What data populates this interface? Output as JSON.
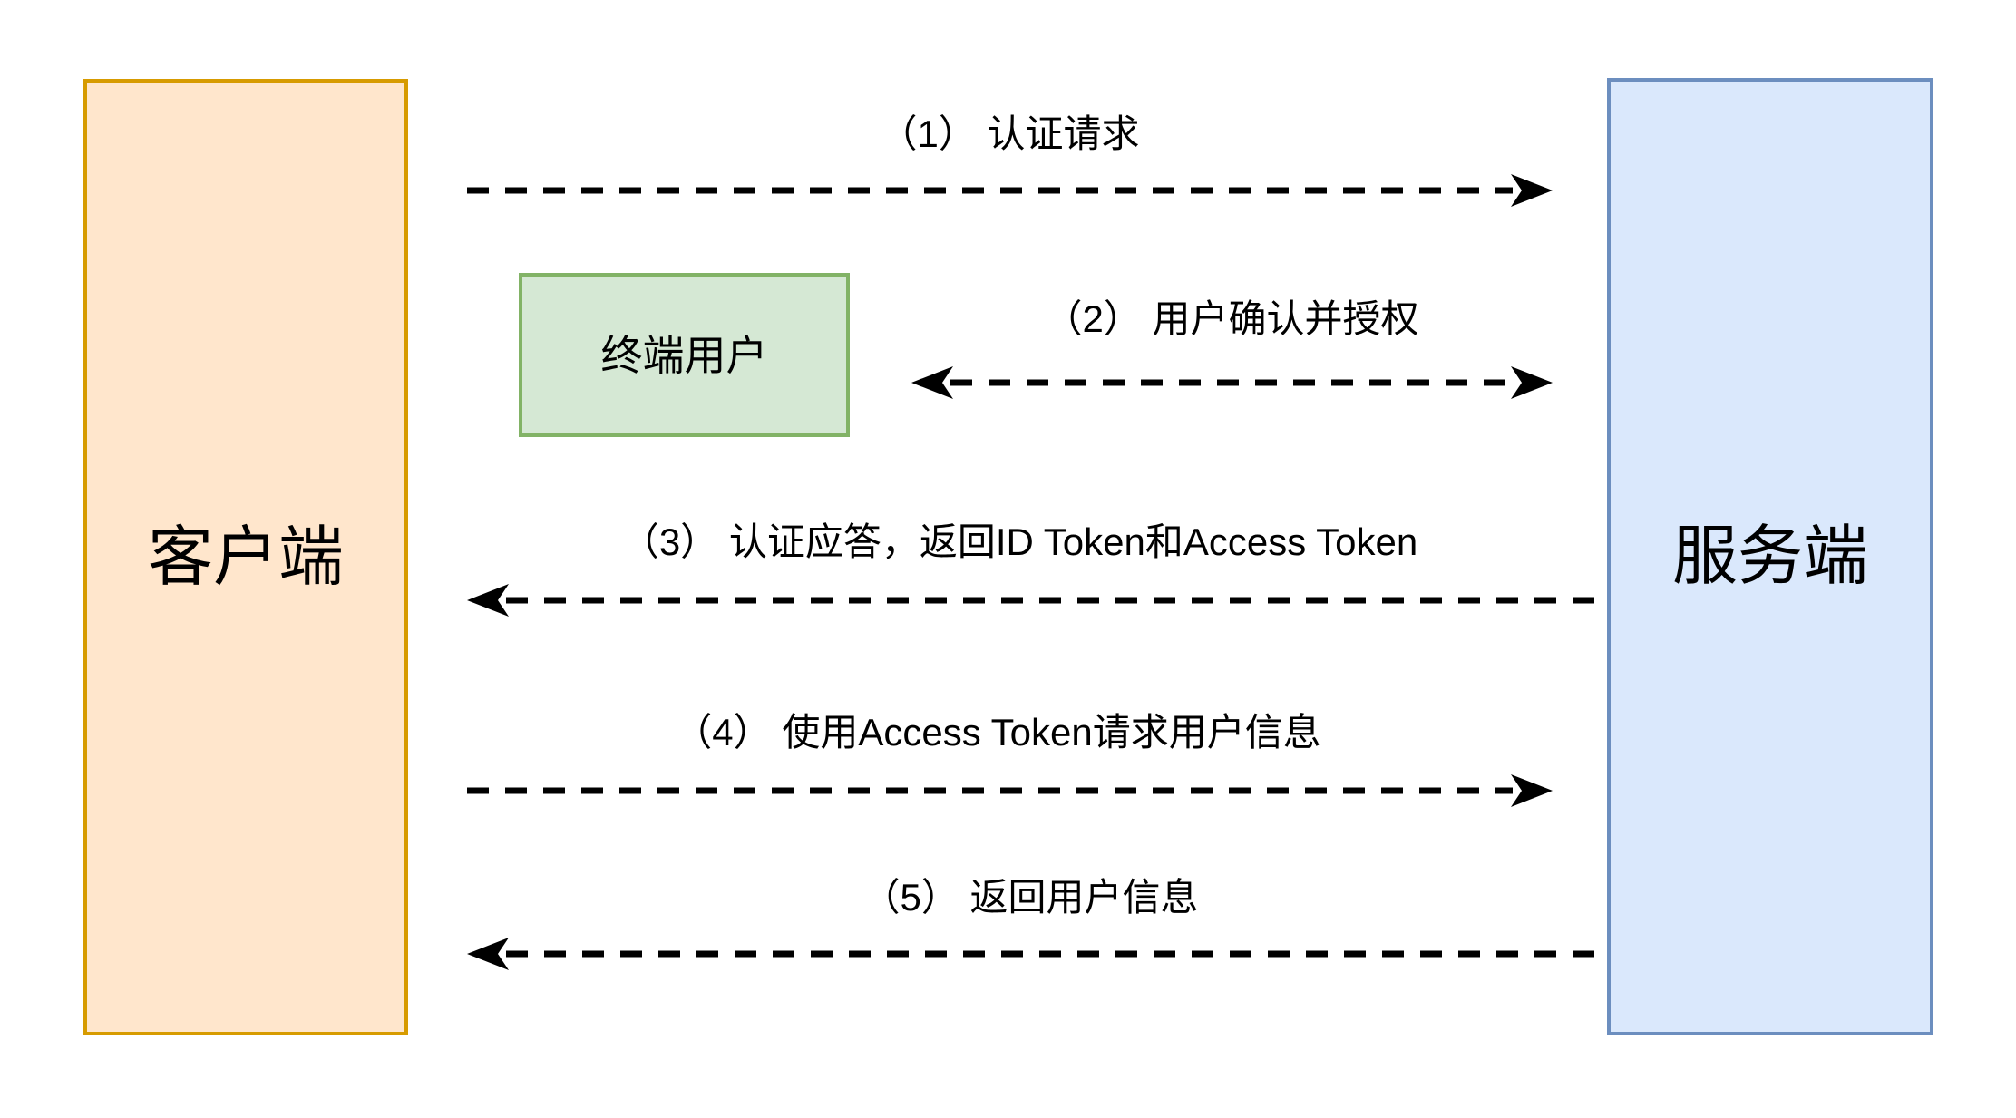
{
  "actors": {
    "client": {
      "label": "客户端"
    },
    "server": {
      "label": "服务端"
    },
    "end_user": {
      "label": "终端用户"
    }
  },
  "messages": [
    {
      "id": 1,
      "label": "（1） 认证请求",
      "direction": "right",
      "from": "client",
      "to": "server"
    },
    {
      "id": 2,
      "label": "（2） 用户确认并授权",
      "direction": "both",
      "from": "end_user",
      "to": "server"
    },
    {
      "id": 3,
      "label": "（3） 认证应答，返回ID Token和Access Token",
      "direction": "left",
      "from": "server",
      "to": "client"
    },
    {
      "id": 4,
      "label": "（4） 使用Access Token请求用户信息",
      "direction": "right",
      "from": "client",
      "to": "server"
    },
    {
      "id": 5,
      "label": "（5） 返回用户信息",
      "direction": "left",
      "from": "server",
      "to": "client"
    }
  ],
  "colors": {
    "canvas-bg": "#FFFFFF",
    "client-fill": "#FFE6CC",
    "client-border": "#D79B00",
    "server-fill": "#DAE8FC",
    "server-border": "#6C8EBF",
    "end-user-fill": "#D5E8D4",
    "end-user-border": "#82B366",
    "arrow": "#000000"
  }
}
